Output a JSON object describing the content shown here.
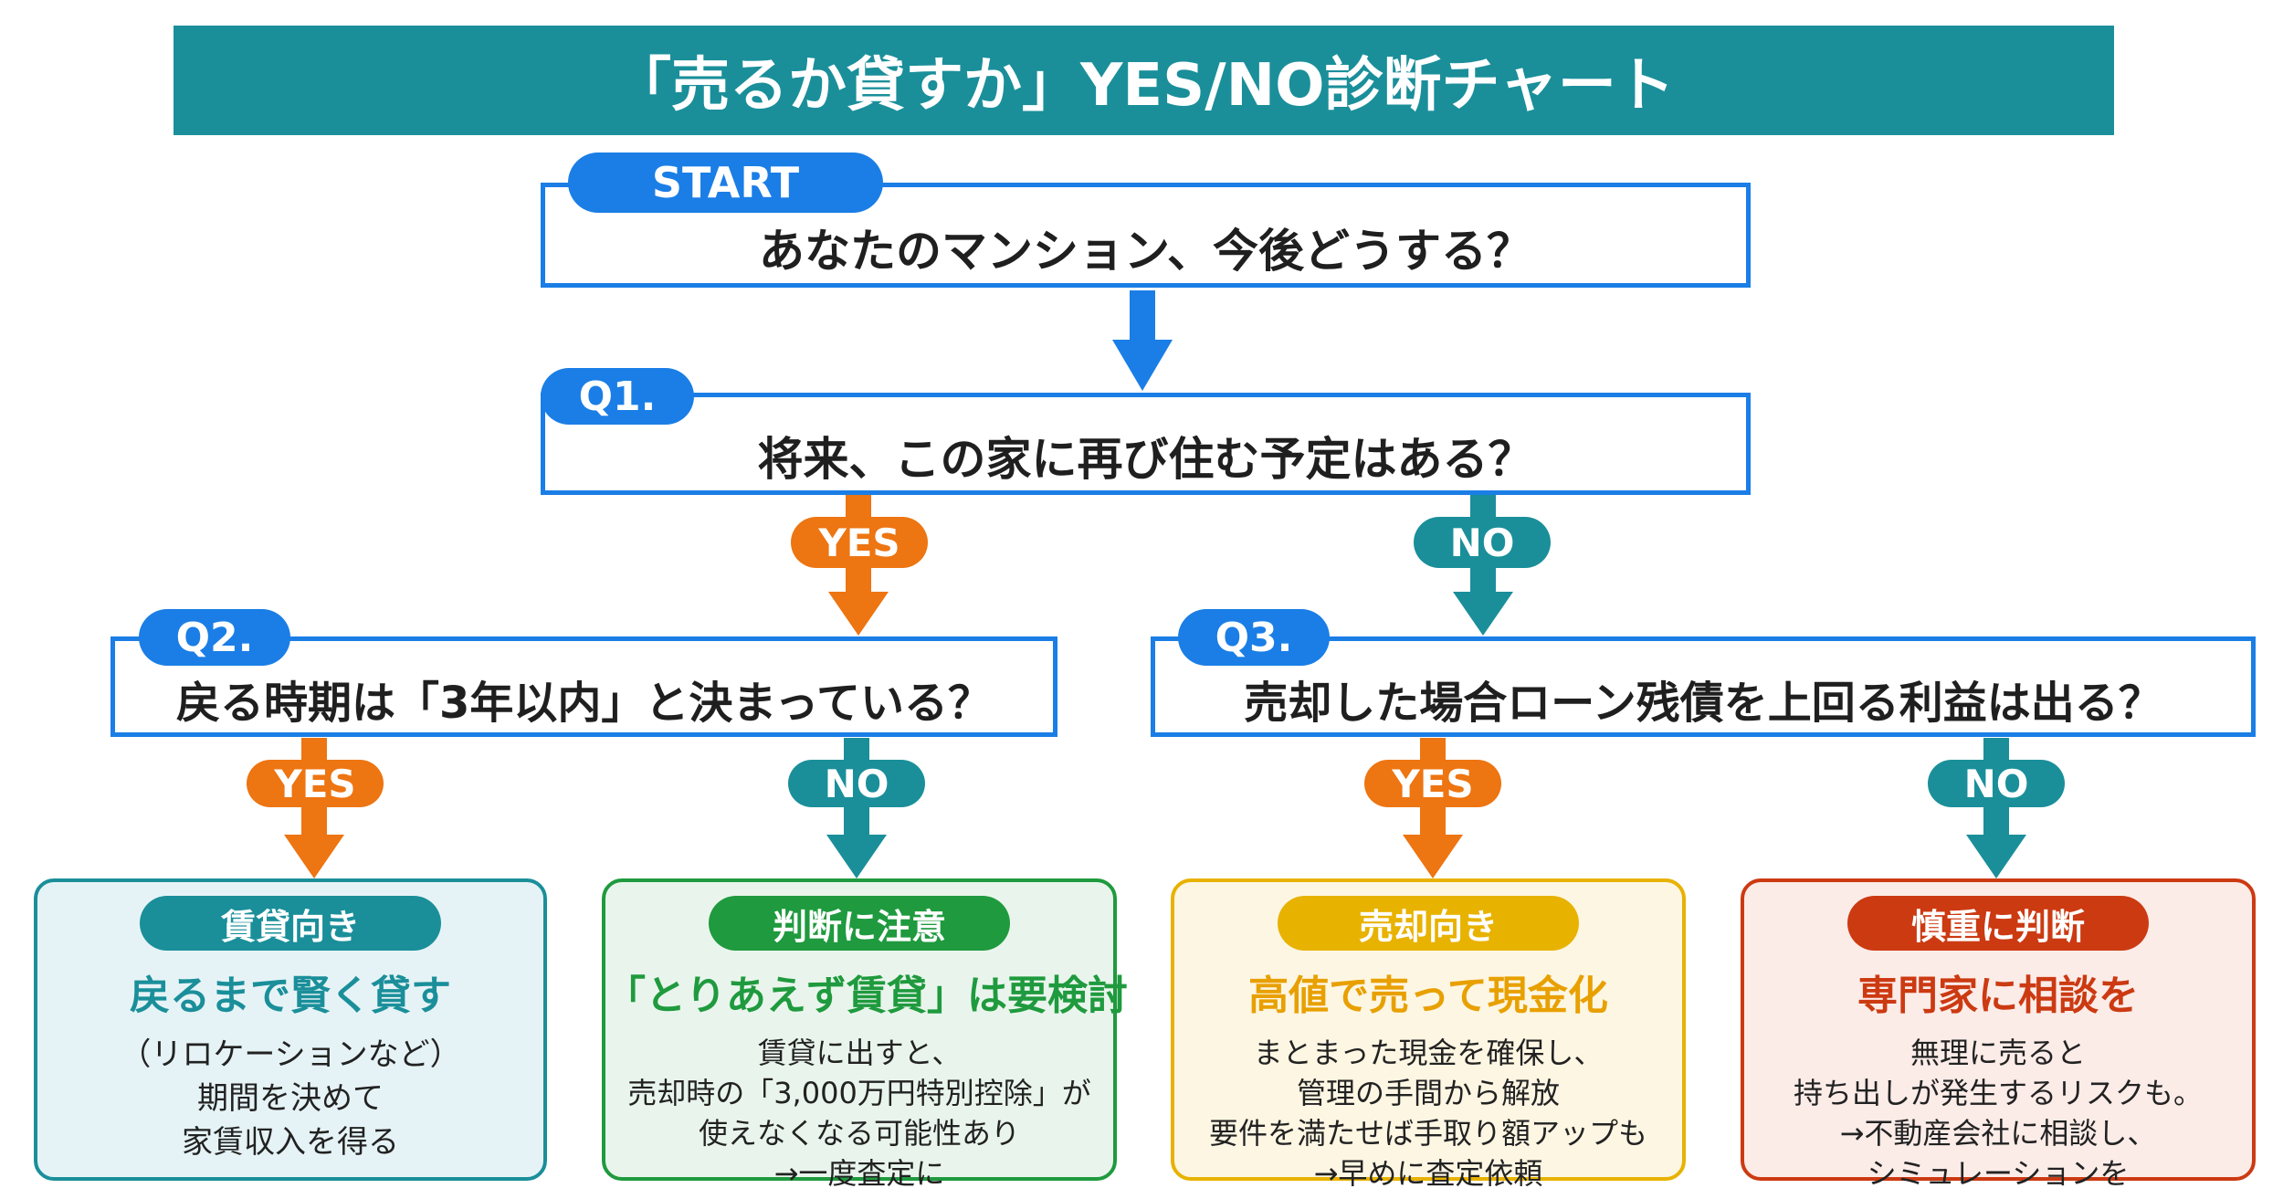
{
  "title": "「売るか貸すか」YES/NO診断チャート",
  "start": {
    "tag": "START",
    "text": "あなたのマンション、今後どうする？"
  },
  "q1": {
    "tag": "Q1.",
    "text": "将来、この家に再び住む予定はある？"
  },
  "q2": {
    "tag": "Q2.",
    "text": "戻る時期は「3年以内」と決まっている？"
  },
  "q3": {
    "tag": "Q3.",
    "text": "売却した場合ローン残債を上回る利益は出る？"
  },
  "labels": {
    "yes": "YES",
    "no": "NO"
  },
  "results": [
    {
      "tag": "賃貸向き",
      "headline": "戻るまで賢く貸す",
      "lines": [
        "（リロケーションなど）",
        "期間を決めて",
        "家賃収入を得る"
      ]
    },
    {
      "tag": "判断に注意",
      "headline": "「とりあえず賃貸」は要検討",
      "lines": [
        "賃貸に出すと、",
        "売却時の「3,000万円特別控除」が",
        "使えなくなる可能性あり",
        "→一度査定に"
      ]
    },
    {
      "tag": "売却向き",
      "headline": "高値で売って現金化",
      "lines": [
        "まとまった現金を確保し、",
        "管理の手間から解放",
        "要件を満たせば手取り額アップも",
        "→早めに査定依頼"
      ]
    },
    {
      "tag": "慎重に判断",
      "headline": "専門家に相談を",
      "lines": [
        "無理に売ると",
        "持ち出しが発生するリスクも。",
        "→不動産会社に相談し、",
        "シミュレーションを"
      ]
    }
  ],
  "colors": {
    "title_bg": "#1a8f9a",
    "question_border": "#1a7ee6",
    "yes": "#ed7512",
    "no": "#1a8f9a",
    "result1": "#1a8f9a",
    "result2": "#1f9a3e",
    "result3": "#e8b200",
    "result4": "#cc3a12"
  }
}
